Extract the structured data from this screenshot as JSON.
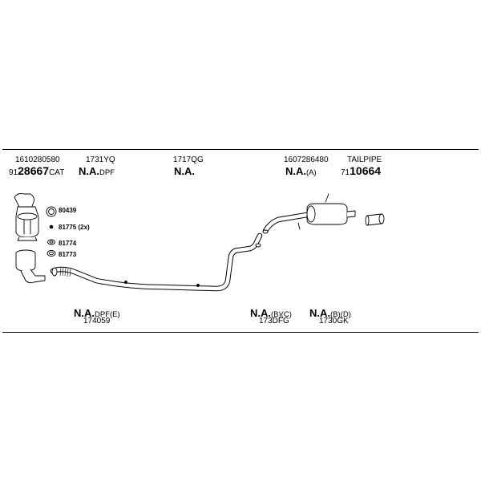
{
  "top_row": {
    "cat": {
      "ref": "1610280580",
      "prefix": "91",
      "bold": "28667",
      "suffix": "CAT"
    },
    "dpf": {
      "ref": "1731YQ",
      "na": "N.A.",
      "suffix": "DPF"
    },
    "mid": {
      "ref": "1717QG",
      "na": "N.A."
    },
    "rear": {
      "ref": "1607286480",
      "na": "N.A.",
      "suffix": "(A)"
    },
    "tail": {
      "ref": "TAILPIPE",
      "prefix": "71",
      "bold": "10664"
    }
  },
  "legend": {
    "a": "80439",
    "b": "81775 (2x)",
    "c": "81774",
    "d": "81773"
  },
  "bottom_row": {
    "dpf_e": {
      "na": "N.A.",
      "suffix": "DPF(E)",
      "ref": "174059"
    },
    "bc": {
      "na": "N.A.",
      "suffix": "(B)(C)",
      "ref": "173DFG"
    },
    "bd": {
      "na": "N.A.",
      "suffix": "(B)(D)",
      "ref": "1730GK"
    }
  }
}
